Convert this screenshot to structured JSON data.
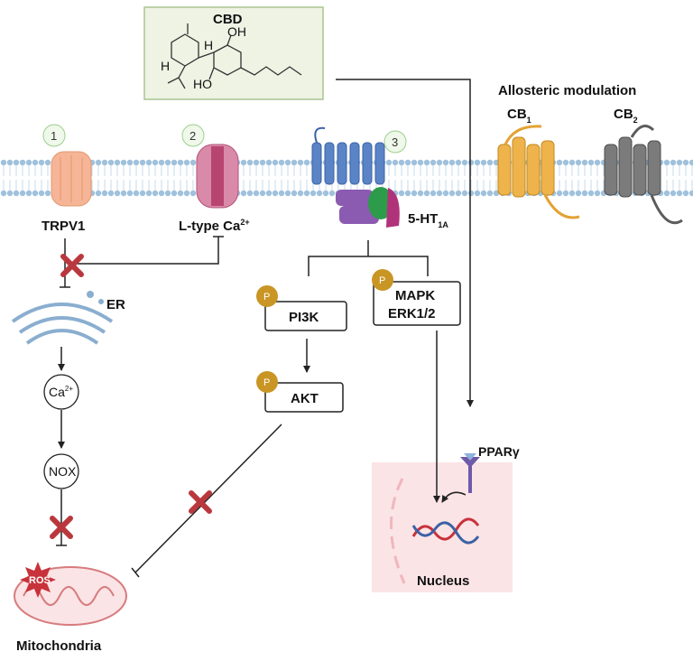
{
  "cbd": {
    "title": "CBD",
    "atom_h1": "H",
    "atom_h2": "H",
    "atom_oh1": "OH",
    "atom_oh2": "HO"
  },
  "receptors": {
    "trpv1": {
      "number": "1",
      "label": "TRPV1"
    },
    "ltype": {
      "number": "2",
      "label_main": "L-type Ca",
      "label_sup": "2+"
    },
    "ht1a": {
      "number": "3",
      "label_main": "5-HT",
      "label_sub": "1A"
    },
    "cb1": {
      "label_main": "CB",
      "label_sub": "1"
    },
    "cb2": {
      "label_main": "CB",
      "label_sub": "2"
    },
    "allosteric": "Allosteric modulation"
  },
  "left_path": {
    "er": "ER",
    "ca": "Ca",
    "ca_sup": "2+",
    "nox": "NOX",
    "ros": "ROS",
    "mito": "Mitochondria"
  },
  "kinases": {
    "pi3k": "PI3K",
    "akt": "AKT",
    "mapk1": "MAPK",
    "mapk2": "ERK1/2",
    "phospho": "P"
  },
  "nucleus": {
    "ppar": "PPARγ",
    "label": "Nucleus"
  },
  "colors": {
    "membrane": "#9fc1dc",
    "trpv1": "#f6b596",
    "ltype": "#c85a82",
    "gpcr": "#5b84c6",
    "gprotein_a": "#8a5bb0",
    "gprotein_b": "#2c9c4a",
    "gprotein_c": "#b0337a",
    "cb1": "#eeb34a",
    "cb2": "#7b7b7b",
    "phospho": "#c99524",
    "inhibit_x": "#b9383e",
    "cbd_box": "#eef3e4",
    "nucleus": "#fbe4e6"
  }
}
